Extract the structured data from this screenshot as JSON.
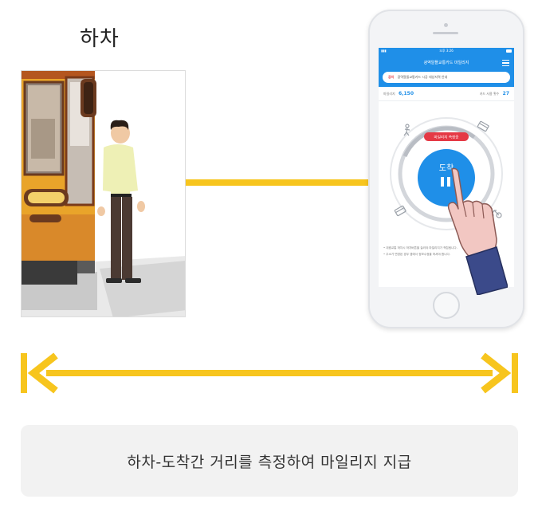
{
  "title": "하차",
  "caption": "하차-도착간 거리를 측정하여 마일리지 지급",
  "colors": {
    "accent_yellow": "#f7c51e",
    "app_blue": "#1f8fe8",
    "alert_red": "#e53945",
    "caption_bg": "#f2f2f2"
  },
  "phone": {
    "status_time": "오후 3:26",
    "app_title": "광역알뜰교통카드 마일리지",
    "notice_tag": "공지",
    "notice_text": "광역알뜰교통카드 시공 대상지역 안내",
    "stats": {
      "left_label": "마일리지",
      "left_value": "6,150",
      "right_label": "카드 사용 횟수",
      "right_value": "27"
    },
    "dial": {
      "badge": "마일리지 측정중",
      "button_label": "도착",
      "center_icon": "pause-icon",
      "corner_icons": [
        "walk-icon",
        "card-icon",
        "card-icon",
        "bike-icon"
      ]
    },
    "notes": [
      "• 대중교통 하차시 하차버튼을 눌러야 마일리지가 적립됩니다.",
      "• 주소가 변경된 경우 앱에서 정보수정을 하셔야 합니다."
    ]
  },
  "icons": {
    "double_arrow": "double-arrow-icon",
    "tap_hand": "pointing-hand-icon",
    "bus": "bus-door-icon",
    "person": "passenger-icon"
  }
}
